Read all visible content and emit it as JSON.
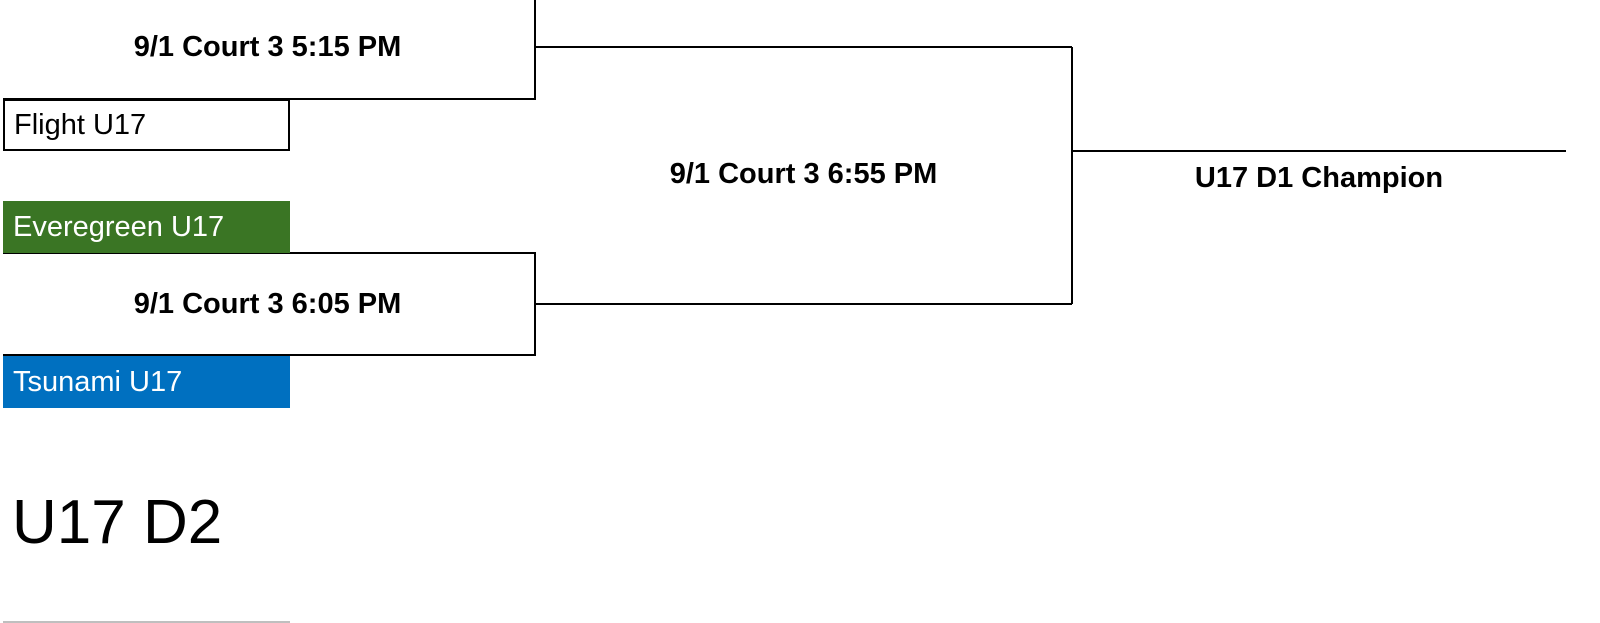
{
  "bracket": {
    "games": {
      "game1": "9/1 Court 3 5:15 PM",
      "game2": "9/1 Court 3 6:05 PM",
      "final": "9/1 Court 3 6:55 PM"
    },
    "teams": {
      "flight": {
        "name": "Flight U17"
      },
      "everegreen": {
        "name": "Everegreen U17",
        "color": "#3a7524"
      },
      "tsunami": {
        "name": "Tsunami U17",
        "color": "#0070c0"
      }
    },
    "champion_label": "U17 D1 Champion"
  },
  "next_section": {
    "title": "U17 D2"
  }
}
